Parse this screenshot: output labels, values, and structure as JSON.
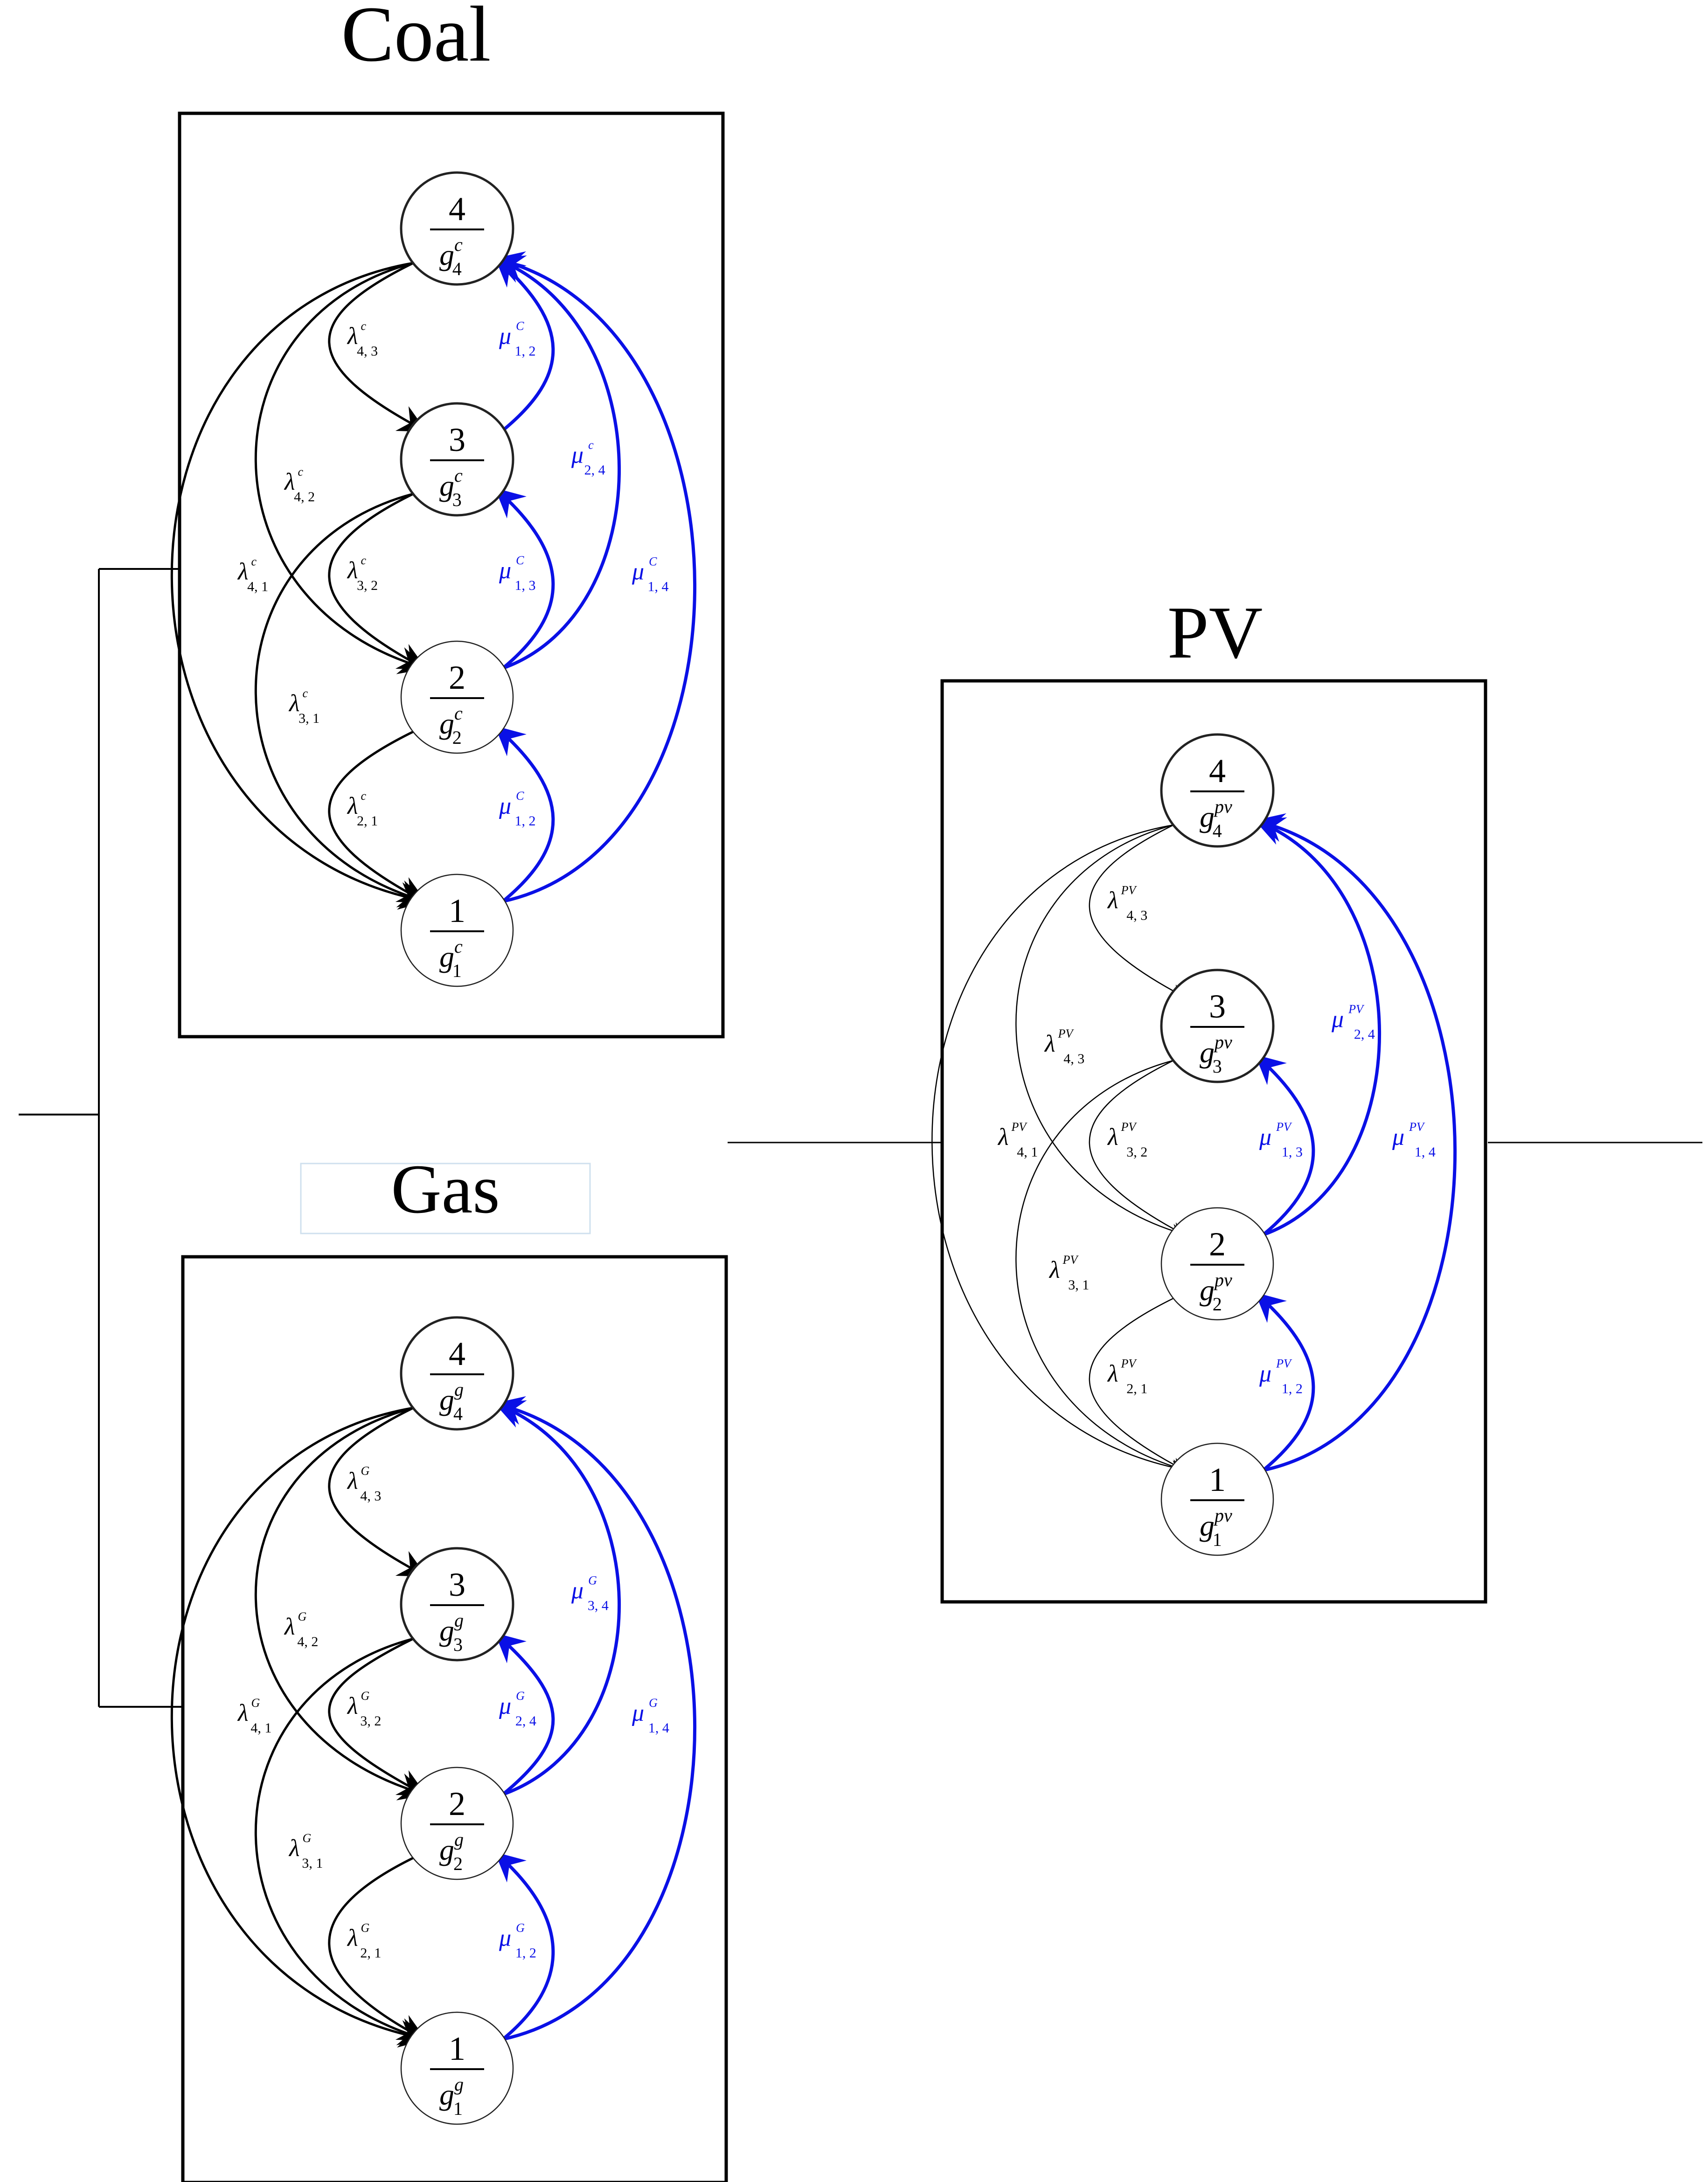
{
  "colors": {
    "degradation": "#000000",
    "repair": "#0a10e6",
    "frame": "#000000",
    "node_stroke": "#222222"
  },
  "panels": [
    {
      "id": "coal",
      "title": "Coal",
      "g_sup": "c",
      "states": [
        "1",
        "2",
        "3",
        "4"
      ],
      "degradation_rates": [
        {
          "from": 4,
          "to": 3,
          "sym": "λ",
          "idx": "4, 3",
          "sup": "c"
        },
        {
          "from": 4,
          "to": 2,
          "sym": "λ",
          "idx": "4, 2",
          "sup": "c"
        },
        {
          "from": 4,
          "to": 1,
          "sym": "λ",
          "idx": "4, 1",
          "sup": "c"
        },
        {
          "from": 3,
          "to": 2,
          "sym": "λ",
          "idx": "3, 2",
          "sup": "c"
        },
        {
          "from": 3,
          "to": 1,
          "sym": "λ",
          "idx": "3, 1",
          "sup": "c"
        },
        {
          "from": 2,
          "to": 1,
          "sym": "λ",
          "idx": "2, 1",
          "sup": "c"
        }
      ],
      "repair_rates": [
        {
          "from": 3,
          "to": 4,
          "sym": "μ",
          "idx": "1, 2",
          "sup": "C"
        },
        {
          "from": 2,
          "to": 4,
          "sym": "μ",
          "idx": "2, 4",
          "sup": "c"
        },
        {
          "from": 1,
          "to": 4,
          "sym": "μ",
          "idx": "1, 4",
          "sup": "C"
        },
        {
          "from": 2,
          "to": 3,
          "sym": "μ",
          "idx": "1, 3",
          "sup": "C"
        },
        {
          "from": 1,
          "to": 2,
          "sym": "μ",
          "idx": "1, 2",
          "sup": "C"
        }
      ]
    },
    {
      "id": "gas",
      "title": "Gas",
      "g_sup": "g",
      "states": [
        "1",
        "2",
        "3",
        "4"
      ],
      "degradation_rates": [
        {
          "from": 4,
          "to": 3,
          "sym": "λ",
          "idx": "4, 3",
          "sup": "G"
        },
        {
          "from": 4,
          "to": 2,
          "sym": "λ",
          "idx": "4, 2",
          "sup": "G"
        },
        {
          "from": 4,
          "to": 1,
          "sym": "λ",
          "idx": "4, 1",
          "sup": "G"
        },
        {
          "from": 3,
          "to": 2,
          "sym": "λ",
          "idx": "3, 2",
          "sup": "G"
        },
        {
          "from": 3,
          "to": 1,
          "sym": "λ",
          "idx": "3, 1",
          "sup": "G"
        },
        {
          "from": 2,
          "to": 1,
          "sym": "λ",
          "idx": "2, 1",
          "sup": "G"
        }
      ],
      "repair_rates": [
        {
          "from": 2,
          "to": 3,
          "sym": "μ",
          "idx": "2, 4",
          "sup": "G"
        },
        {
          "from": 2,
          "to": 4,
          "sym": "μ",
          "idx": "3, 4",
          "sup": "G"
        },
        {
          "from": 1,
          "to": 4,
          "sym": "μ",
          "idx": "1, 4",
          "sup": "G"
        },
        {
          "from": 1,
          "to": 2,
          "sym": "μ",
          "idx": "1, 2",
          "sup": "G"
        }
      ]
    },
    {
      "id": "pv",
      "title": "PV",
      "g_sup": "pv",
      "states": [
        "1",
        "2",
        "3",
        "4"
      ],
      "degradation_rates": [
        {
          "from": 4,
          "to": 3,
          "sym": "λ",
          "idx": "4, 3",
          "sup": "PV"
        },
        {
          "from": 4,
          "to": 2,
          "sym": "λ",
          "idx": "4, 3",
          "sup": "PV"
        },
        {
          "from": 4,
          "to": 1,
          "sym": "λ",
          "idx": "4, 1",
          "sup": "PV"
        },
        {
          "from": 3,
          "to": 2,
          "sym": "λ",
          "idx": "3, 2",
          "sup": "PV"
        },
        {
          "from": 3,
          "to": 1,
          "sym": "λ",
          "idx": "3, 1",
          "sup": "PV"
        },
        {
          "from": 2,
          "to": 1,
          "sym": "λ",
          "idx": "2, 1",
          "sup": "PV"
        }
      ],
      "repair_rates": [
        {
          "from": 2,
          "to": 4,
          "sym": "μ",
          "idx": "2, 4",
          "sup": "PV"
        },
        {
          "from": 1,
          "to": 4,
          "sym": "μ",
          "idx": "1, 4",
          "sup": "PV"
        },
        {
          "from": 2,
          "to": 3,
          "sym": "μ",
          "idx": "1, 3",
          "sup": "PV"
        },
        {
          "from": 1,
          "to": 2,
          "sym": "μ",
          "idx": "1, 2",
          "sup": "PV"
        }
      ]
    }
  ]
}
